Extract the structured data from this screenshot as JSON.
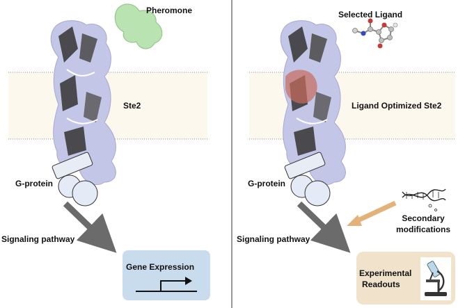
{
  "left_panel": {
    "ligand_label": "Pheromone",
    "receptor_label": "Ste2",
    "gprotein_label": "G-protein",
    "pathway_label": "Signaling pathway",
    "output_label": "Gene Expression"
  },
  "right_panel": {
    "ligand_label": "Selected Ligand",
    "receptor_label": "Ligand Optimized Ste2",
    "gprotein_label": "G-protein",
    "pathway_label": "Signaling pathway",
    "modification_label_line1": "Secondary",
    "modification_label_line2": "modifications",
    "output_label_line1": "Experimental",
    "output_label_line2": "Readouts"
  },
  "colors": {
    "membrane": "#fdf8ee",
    "receptor_surface": "#c3c6e6",
    "receptor_dark": "#4a4a4e",
    "pheromone": "#b9e3b0",
    "ligand_pocket": "#c96b5c",
    "gene_box": "#c9dcee",
    "readout_box": "#f1e2cb",
    "pathway_arrow": "#6b6b6b",
    "modification_arrow": "#e2b27a"
  },
  "icons": {
    "dna": "dna-icon",
    "microscope": "microscope-icon",
    "promoter": "promoter-arrow-icon"
  }
}
